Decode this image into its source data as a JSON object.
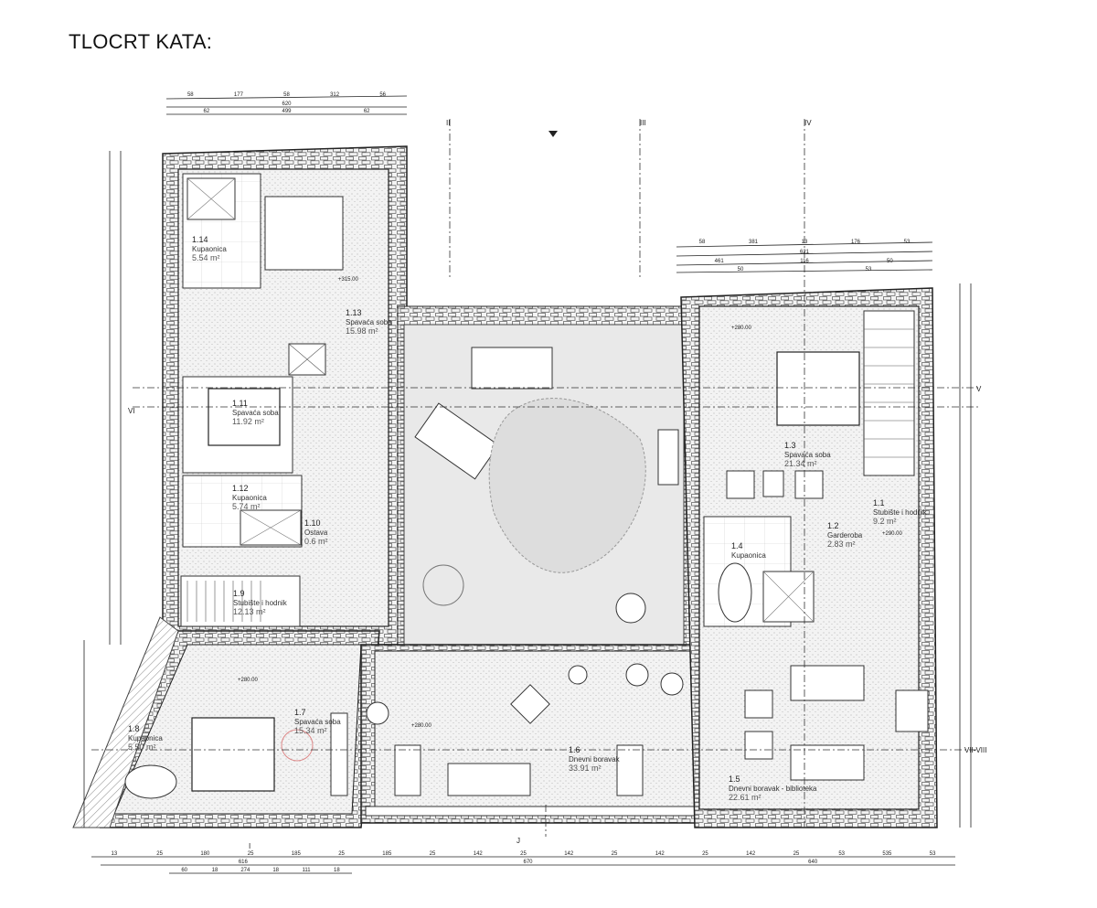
{
  "title": "TLOCRT KATA:",
  "rooms": [
    {
      "number": "1.14",
      "name": "Kupaonica",
      "area": "5.54 m²"
    },
    {
      "number": "1.13",
      "name": "Spavaća soba",
      "area": "15.98 m²"
    },
    {
      "number": "1.11",
      "name": "Spavaća soba",
      "area": "11.92 m²"
    },
    {
      "number": "1.12",
      "name": "Kupaonica",
      "area": "5.74 m²"
    },
    {
      "number": "1.10",
      "name": "Ostava",
      "area": "0.6 m²"
    },
    {
      "number": "1.9",
      "name": "Stubište i hodnik",
      "area": "12.13 m²"
    },
    {
      "number": "1.8",
      "name": "Kupaonica",
      "area": "5.50 m²"
    },
    {
      "number": "1.7",
      "name": "Spavaća soba",
      "area": "15.34 m²"
    },
    {
      "number": "1.6",
      "name": "Dnevni boravak",
      "area": "33.91 m²"
    },
    {
      "number": "1.5",
      "name": "Dnevni boravak - biblioteka",
      "area": "22.61 m²"
    },
    {
      "number": "1.4",
      "name": "Kupaonica",
      "area": ""
    },
    {
      "number": "1.3",
      "name": "Spavaća soba",
      "area": "21.34 m²"
    },
    {
      "number": "1.2",
      "name": "Garderoba",
      "area": "2.83 m²"
    },
    {
      "number": "1.1",
      "name": "Stubište i hodnik",
      "area": "9.2 m²"
    }
  ],
  "levels": [
    "+315.00",
    "+280.00",
    "+280.00",
    "+290.00",
    "+280.00"
  ],
  "sections": [
    "I",
    "II",
    "III",
    "IV",
    "V",
    "VI",
    "VII-VIII",
    "J"
  ],
  "dimensions": {
    "top_left_row1": [
      "58",
      "177",
      "58",
      "312",
      "56"
    ],
    "top_left_row2": [
      "620"
    ],
    "top_left_row3": [
      "62",
      "499",
      "62"
    ],
    "top_right_row1": [
      "58",
      "381",
      "13",
      "176",
      "53"
    ],
    "top_right_row2": [
      "621"
    ],
    "top_right_row3": [
      "461",
      "116",
      "50"
    ],
    "top_right_row4": [
      "50",
      "53"
    ],
    "bottom_row1": [
      "13",
      "25",
      "180",
      "25",
      "185",
      "25",
      "185",
      "25",
      "142",
      "25",
      "142",
      "25",
      "142",
      "25",
      "142",
      "25",
      "53",
      "535",
      "53"
    ],
    "bottom_row2": [
      "616",
      "670",
      "640"
    ],
    "bottom_row3": [
      "60",
      "18",
      "274",
      "18",
      "111",
      "18"
    ]
  }
}
